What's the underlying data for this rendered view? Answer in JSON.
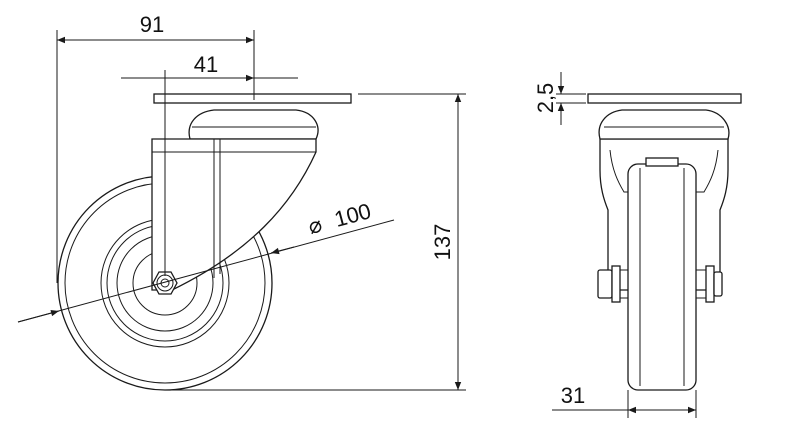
{
  "drawing": {
    "dimensions": {
      "overall_width": "91",
      "plate_offset": "41",
      "wheel_diameter": "100",
      "height": "137",
      "plate_thickness": "2,5",
      "wheel_width": "31"
    },
    "symbols": {
      "diameter": "⌀"
    }
  }
}
